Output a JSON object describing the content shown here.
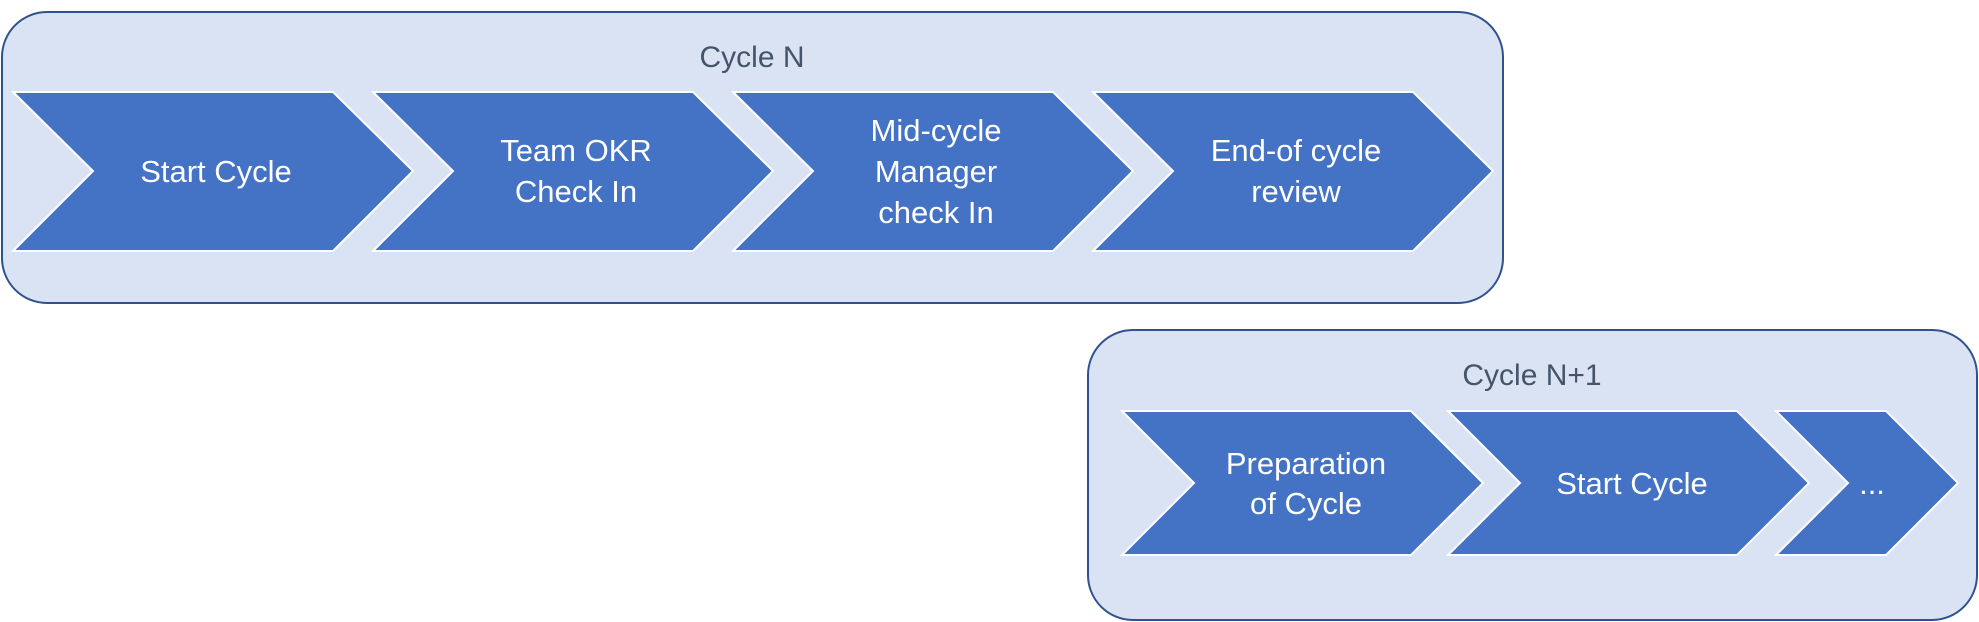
{
  "cycle_n": {
    "title": "Cycle N",
    "steps": [
      {
        "lines": [
          "Start Cycle"
        ]
      },
      {
        "lines": [
          "Team OKR",
          "Check In"
        ]
      },
      {
        "lines": [
          "Mid-cycle",
          "Manager",
          "check In"
        ]
      },
      {
        "lines": [
          "End-of cycle",
          "review"
        ]
      }
    ]
  },
  "cycle_n1": {
    "title": "Cycle N+1",
    "steps": [
      {
        "lines": [
          "Preparation",
          "of Cycle"
        ]
      },
      {
        "lines": [
          "Start Cycle"
        ]
      },
      {
        "lines": [
          "..."
        ]
      }
    ]
  },
  "colors": {
    "panel_fill": "#dae3f3",
    "panel_stroke": "#2f528f",
    "chevron_fill": "#4472c4",
    "text_light": "#ffffff",
    "title_text": "#44546a"
  }
}
